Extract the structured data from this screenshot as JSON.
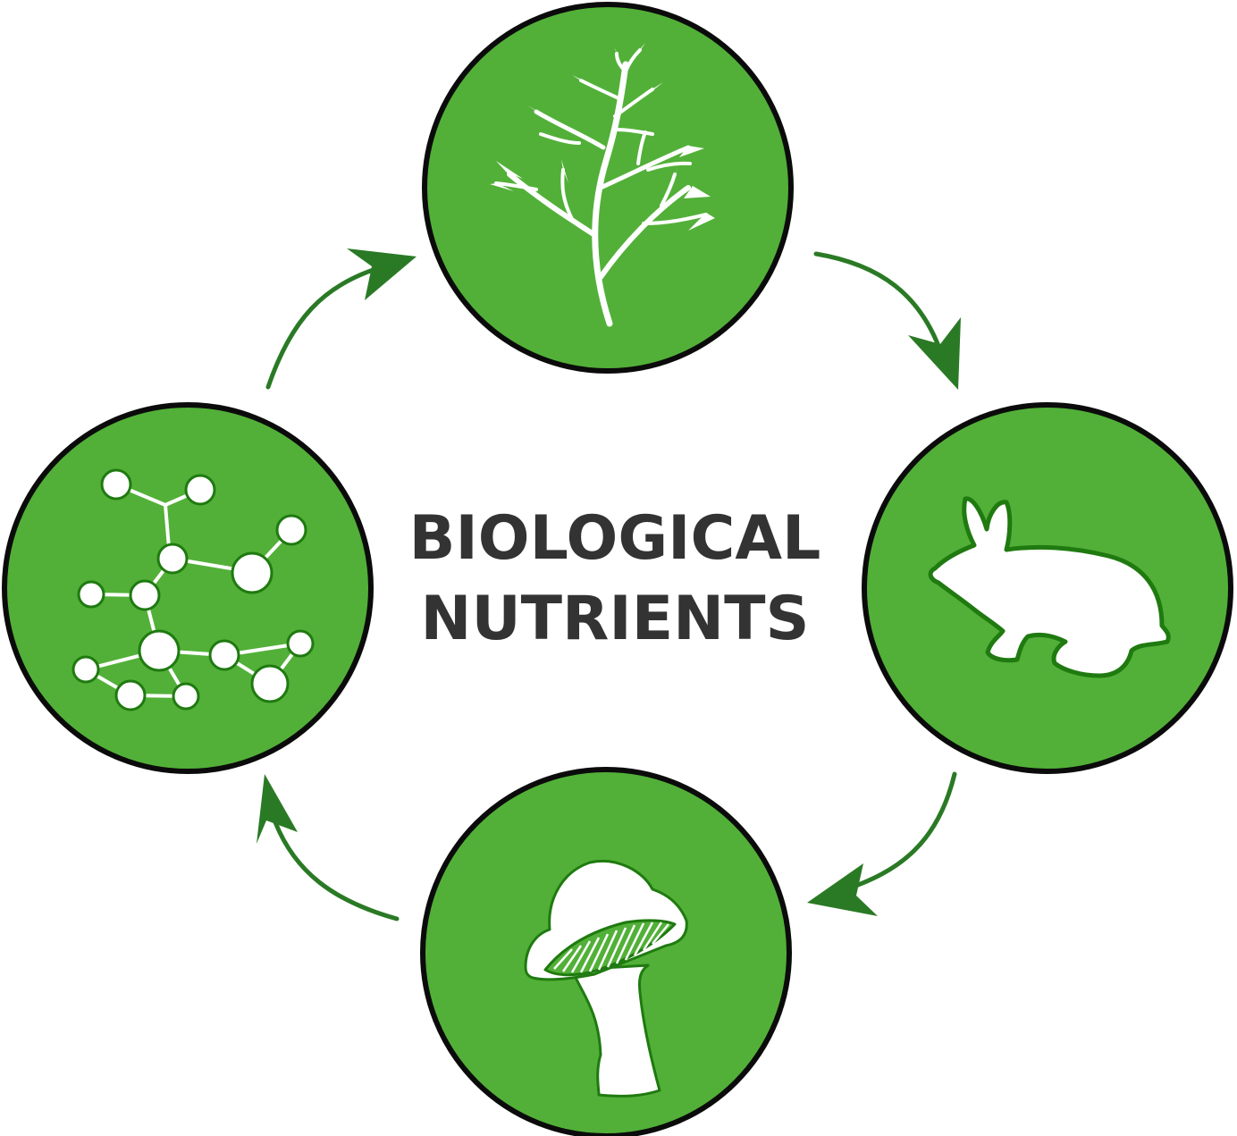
{
  "title": {
    "line1": "BIOLOGICAL",
    "line2": "NUTRIENTS"
  },
  "colors": {
    "circle_fill": "#52b038",
    "circle_stroke": "#0b0b0b",
    "arrow": "#2a7a25",
    "icon": "#ffffff",
    "icon_outline": "#1f7a10",
    "title": "#333333",
    "background": "#ffffff"
  },
  "nodes": [
    {
      "id": "plant",
      "icon": "plant-icon"
    },
    {
      "id": "rabbit",
      "icon": "rabbit-icon"
    },
    {
      "id": "mushroom",
      "icon": "mushroom-icon"
    },
    {
      "id": "molecules",
      "icon": "molecule-icon"
    }
  ],
  "cycle_order": [
    "plant",
    "rabbit",
    "mushroom",
    "molecules",
    "plant"
  ]
}
